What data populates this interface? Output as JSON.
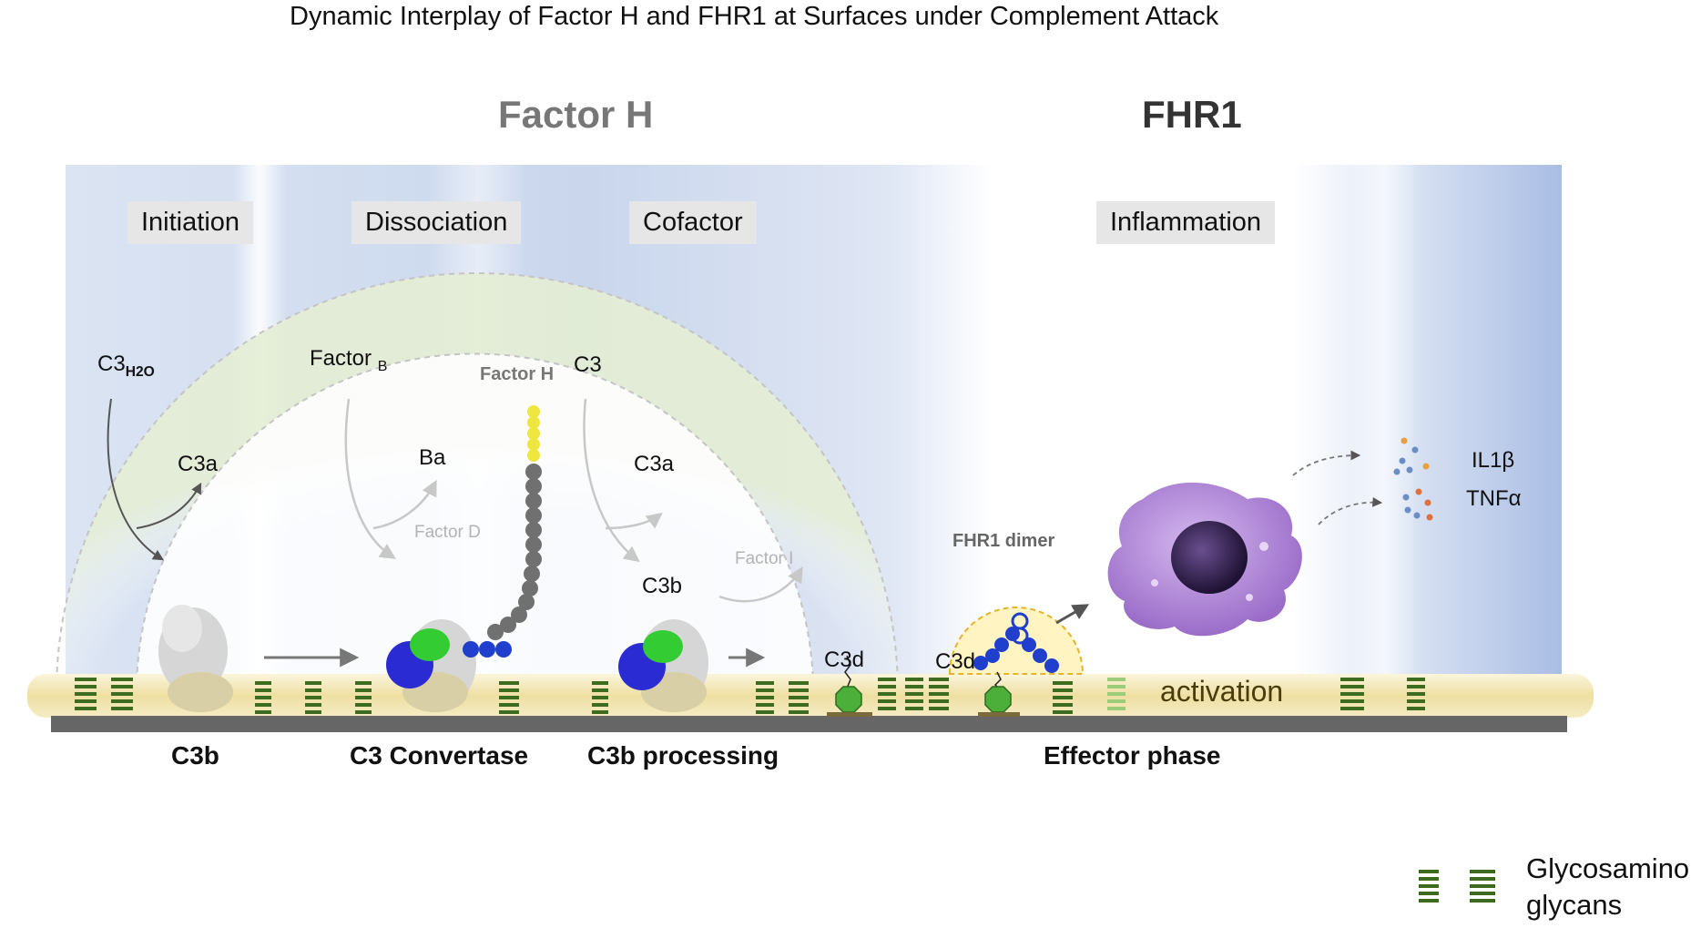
{
  "title": "Dynamic Interplay of Factor H and FHR1 at Surfaces under Complement Attack",
  "sections": {
    "factor_h": "Factor H",
    "fhr1": "FHR1"
  },
  "phases": {
    "initiation": "Initiation",
    "dissociation": "Dissociation",
    "cofactor": "Cofactor",
    "inflammation": "Inflammation"
  },
  "molecules": {
    "c3_main": "C3",
    "c3_sub": "H2O",
    "factor_b_main": "Factor ",
    "factor_b_sub": "B",
    "c3": "C3",
    "factor_h_chain": "Factor H",
    "c3a_first": "C3a",
    "ba": "Ba",
    "c3a_second": "C3a",
    "factor_d": "Factor D",
    "factor_i": "Factor I",
    "c3b": "C3b",
    "c3d_first": "C3d",
    "c3d_second": "C3d",
    "fhr1_dimer": "FHR1 dimer",
    "il1b": "IL1β",
    "tnfa": "TNFα"
  },
  "surface": {
    "activation": "activation"
  },
  "bottom_labels": {
    "c3b": "C3b",
    "c3_convertase": "C3 Convertase",
    "c3b_processing": "C3b processing",
    "effector_phase": "Effector phase"
  },
  "legend": {
    "line1": "Glycosamino",
    "line2": "glycans"
  },
  "colors": {
    "background_blue": "#b3c6e6",
    "surface_band": "#f2e6b3",
    "membrane": "#666666",
    "gag_green": "#3d6b1f",
    "factor_h_chain": "#707070",
    "factor_h_tip": "#f0e640",
    "scr_blue": "#1f3fcc",
    "macrophage": "#b088d6"
  }
}
